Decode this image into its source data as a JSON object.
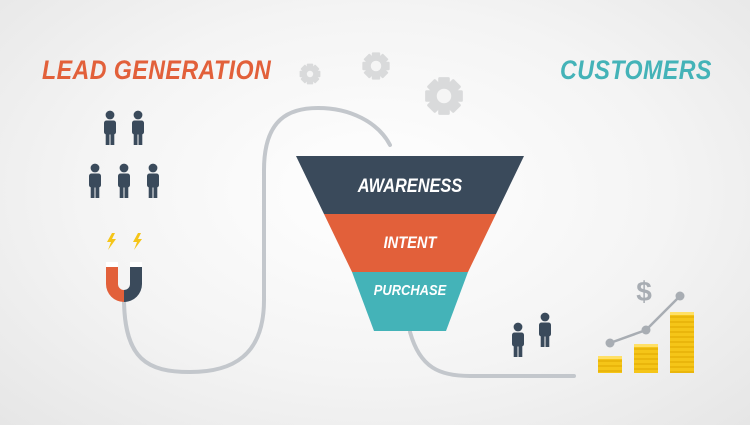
{
  "headings": {
    "left": "LEAD GENERATION",
    "right": "CUSTOMERS"
  },
  "funnel": {
    "stages": [
      {
        "label": "AWARENESS",
        "color": "#3a4a5b"
      },
      {
        "label": "INTENT",
        "color": "#e2603a"
      },
      {
        "label": "PURCHASE",
        "color": "#44b3b8"
      }
    ]
  },
  "icons": {
    "people": "person-icon",
    "magnet": "magnet-icon",
    "gears": "gear-icon",
    "currency": "dollar-icon",
    "coins": "coin-stack-icon"
  },
  "colors": {
    "accent_orange": "#e2603a",
    "accent_teal": "#44b3b8",
    "dark_navy": "#3a4a5b",
    "gear_gray": "#d9dadb",
    "path_gray": "#c3c7cc",
    "gold": "#f5c518"
  }
}
